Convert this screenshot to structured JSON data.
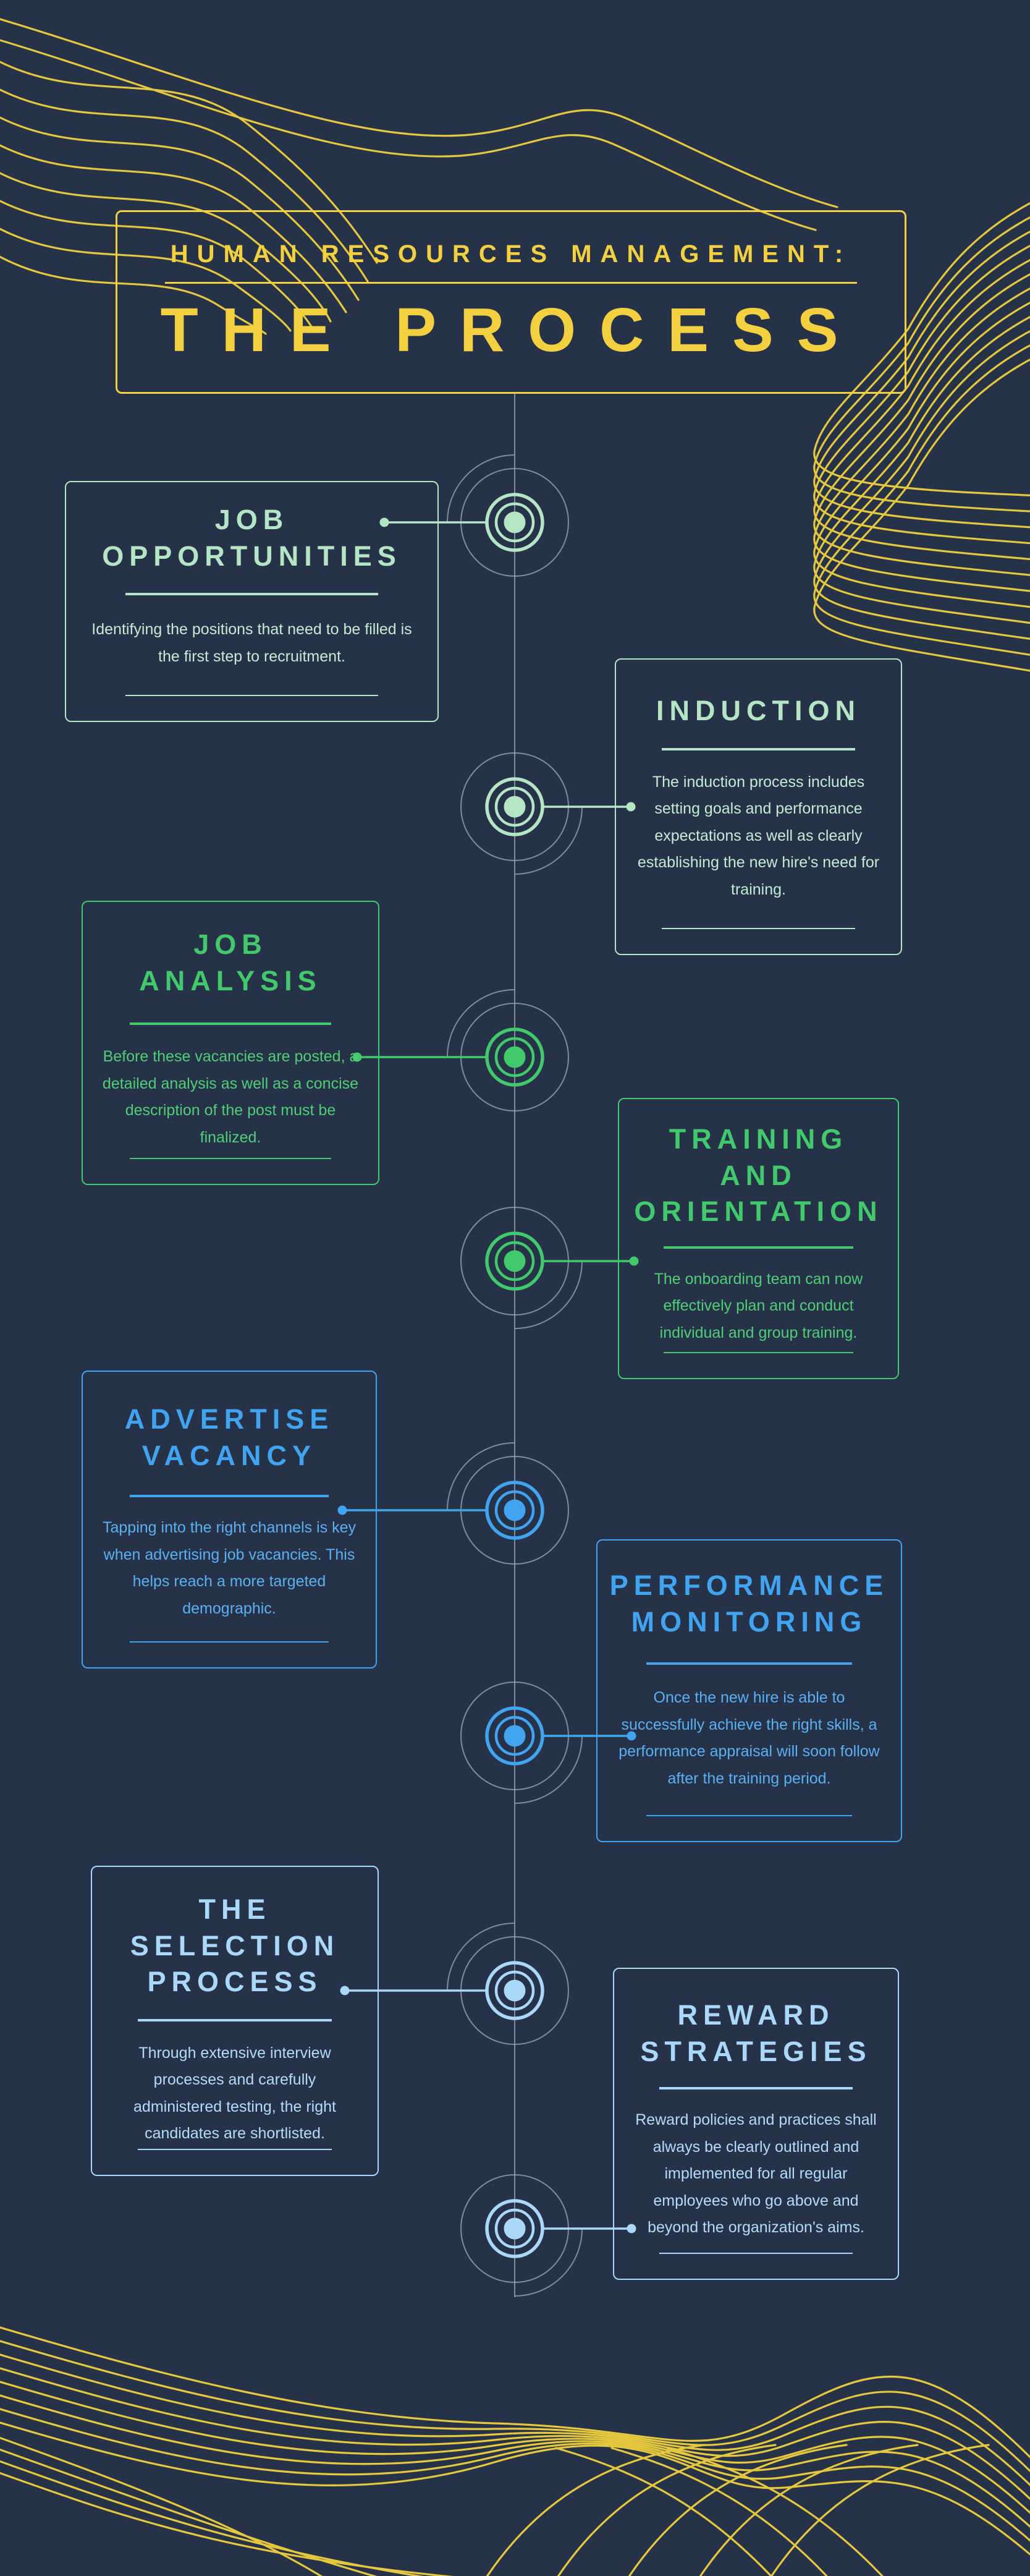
{
  "palette": {
    "background": "#263248",
    "accent_yellow": "#f2d03f",
    "wave_yellow": "#e5c83e",
    "mint": "#b4e6c6",
    "green": "#41c96b",
    "blue": "#41a4f0",
    "light_blue": "#a9d8f8",
    "line_gray": "#9aa1ad"
  },
  "header": {
    "kicker": "HUMAN RESOURCES MANAGEMENT:",
    "title": "THE PROCESS"
  },
  "steps": [
    {
      "title": "JOB\nOPPORTUNITIES",
      "theme": "mint",
      "side": "left",
      "description": "Identifying the positions that need to be filled is the first step to recruitment."
    },
    {
      "title": "INDUCTION",
      "theme": "mint",
      "side": "right",
      "description": "The induction process includes setting goals and performance expectations as well as clearly establishing the new hire's need for training."
    },
    {
      "title": "JOB\nANALYSIS",
      "theme": "green",
      "side": "left",
      "description": "Before these vacancies are posted, a detailed analysis as well as a concise description of the post must be finalized."
    },
    {
      "title": "TRAINING\nAND\nORIENTATION",
      "theme": "green",
      "side": "right",
      "description": "The onboarding team can now effectively plan and conduct individual and group training."
    },
    {
      "title": "ADVERTISE\nVACANCY",
      "theme": "blue",
      "side": "left",
      "description": "Tapping into the right channels is key when advertising job vacancies. This helps reach a more targeted demographic."
    },
    {
      "title": "PERFORMANCE\nMONITORING",
      "theme": "blue",
      "side": "right",
      "description": "Once the new hire is able to successfully achieve the right skills, a performance appraisal will soon follow after the training period."
    },
    {
      "title": "THE\nSELECTION\nPROCESS",
      "theme": "light_blue",
      "side": "left",
      "description": "Through extensive interview processes and carefully administered testing, the right candidates are shortlisted."
    },
    {
      "title": "REWARD\nSTRATEGIES",
      "theme": "light_blue",
      "side": "right",
      "description": "Reward policies and practices shall always be clearly outlined and implemented for all regular employees who go above and beyond the organization's aims."
    }
  ]
}
